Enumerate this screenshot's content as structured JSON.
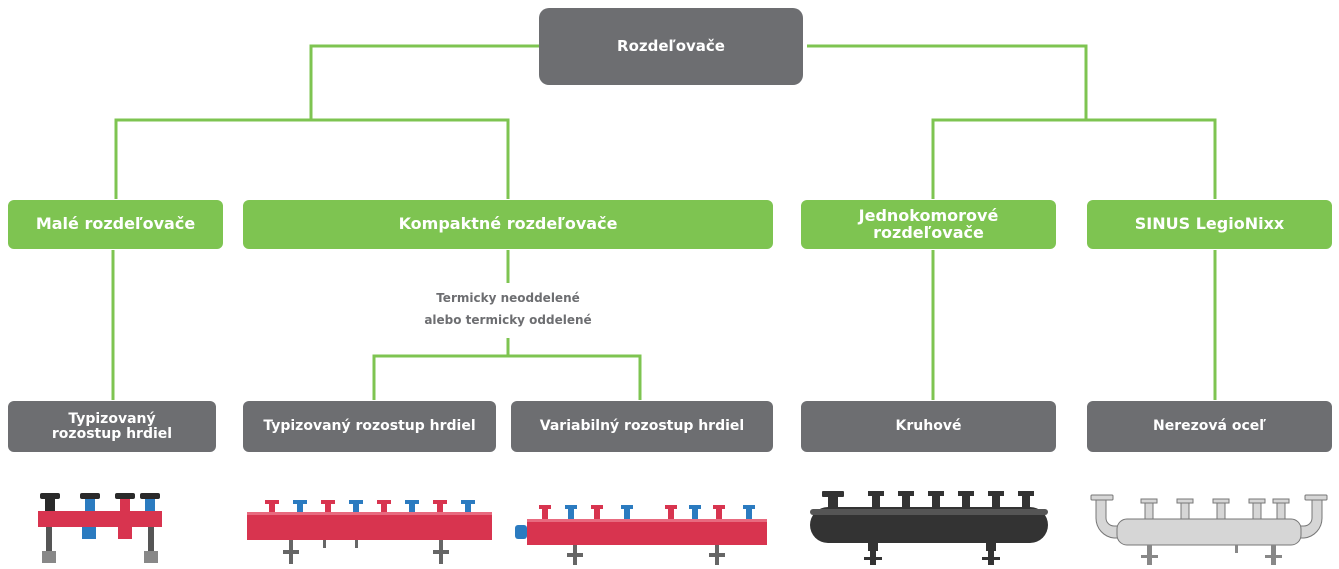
{
  "root": {
    "label": "Rozdeľovače"
  },
  "categories": {
    "small": "Malé rozdeľovače",
    "compact": "Kompaktné rozdeľovače",
    "single_chamber": "Jednokomorové\nrozdeľovače",
    "sinus": "SINUS LegioNixx"
  },
  "note": "Termicky neoddelené\nalebo termicky oddelené",
  "leaves": {
    "small_std": "Typizovaný\nrozostup hrdiel",
    "compact_std": "Typizovaný rozostup hrdiel",
    "compact_var": "Variabilný rozostup hrdiel",
    "round": "Kruhové",
    "stainless": "Nerezová oceľ"
  },
  "colors": {
    "connector": "#7ec451",
    "gray_box": "#6d6e71",
    "green_box": "#7ec451",
    "manifold_red": "#d8344f",
    "manifold_dark": "#333333",
    "manifold_steel": "#d6d6d6",
    "valve_blue": "#2b7bc0",
    "fitting_dark": "#2a2a2a"
  }
}
